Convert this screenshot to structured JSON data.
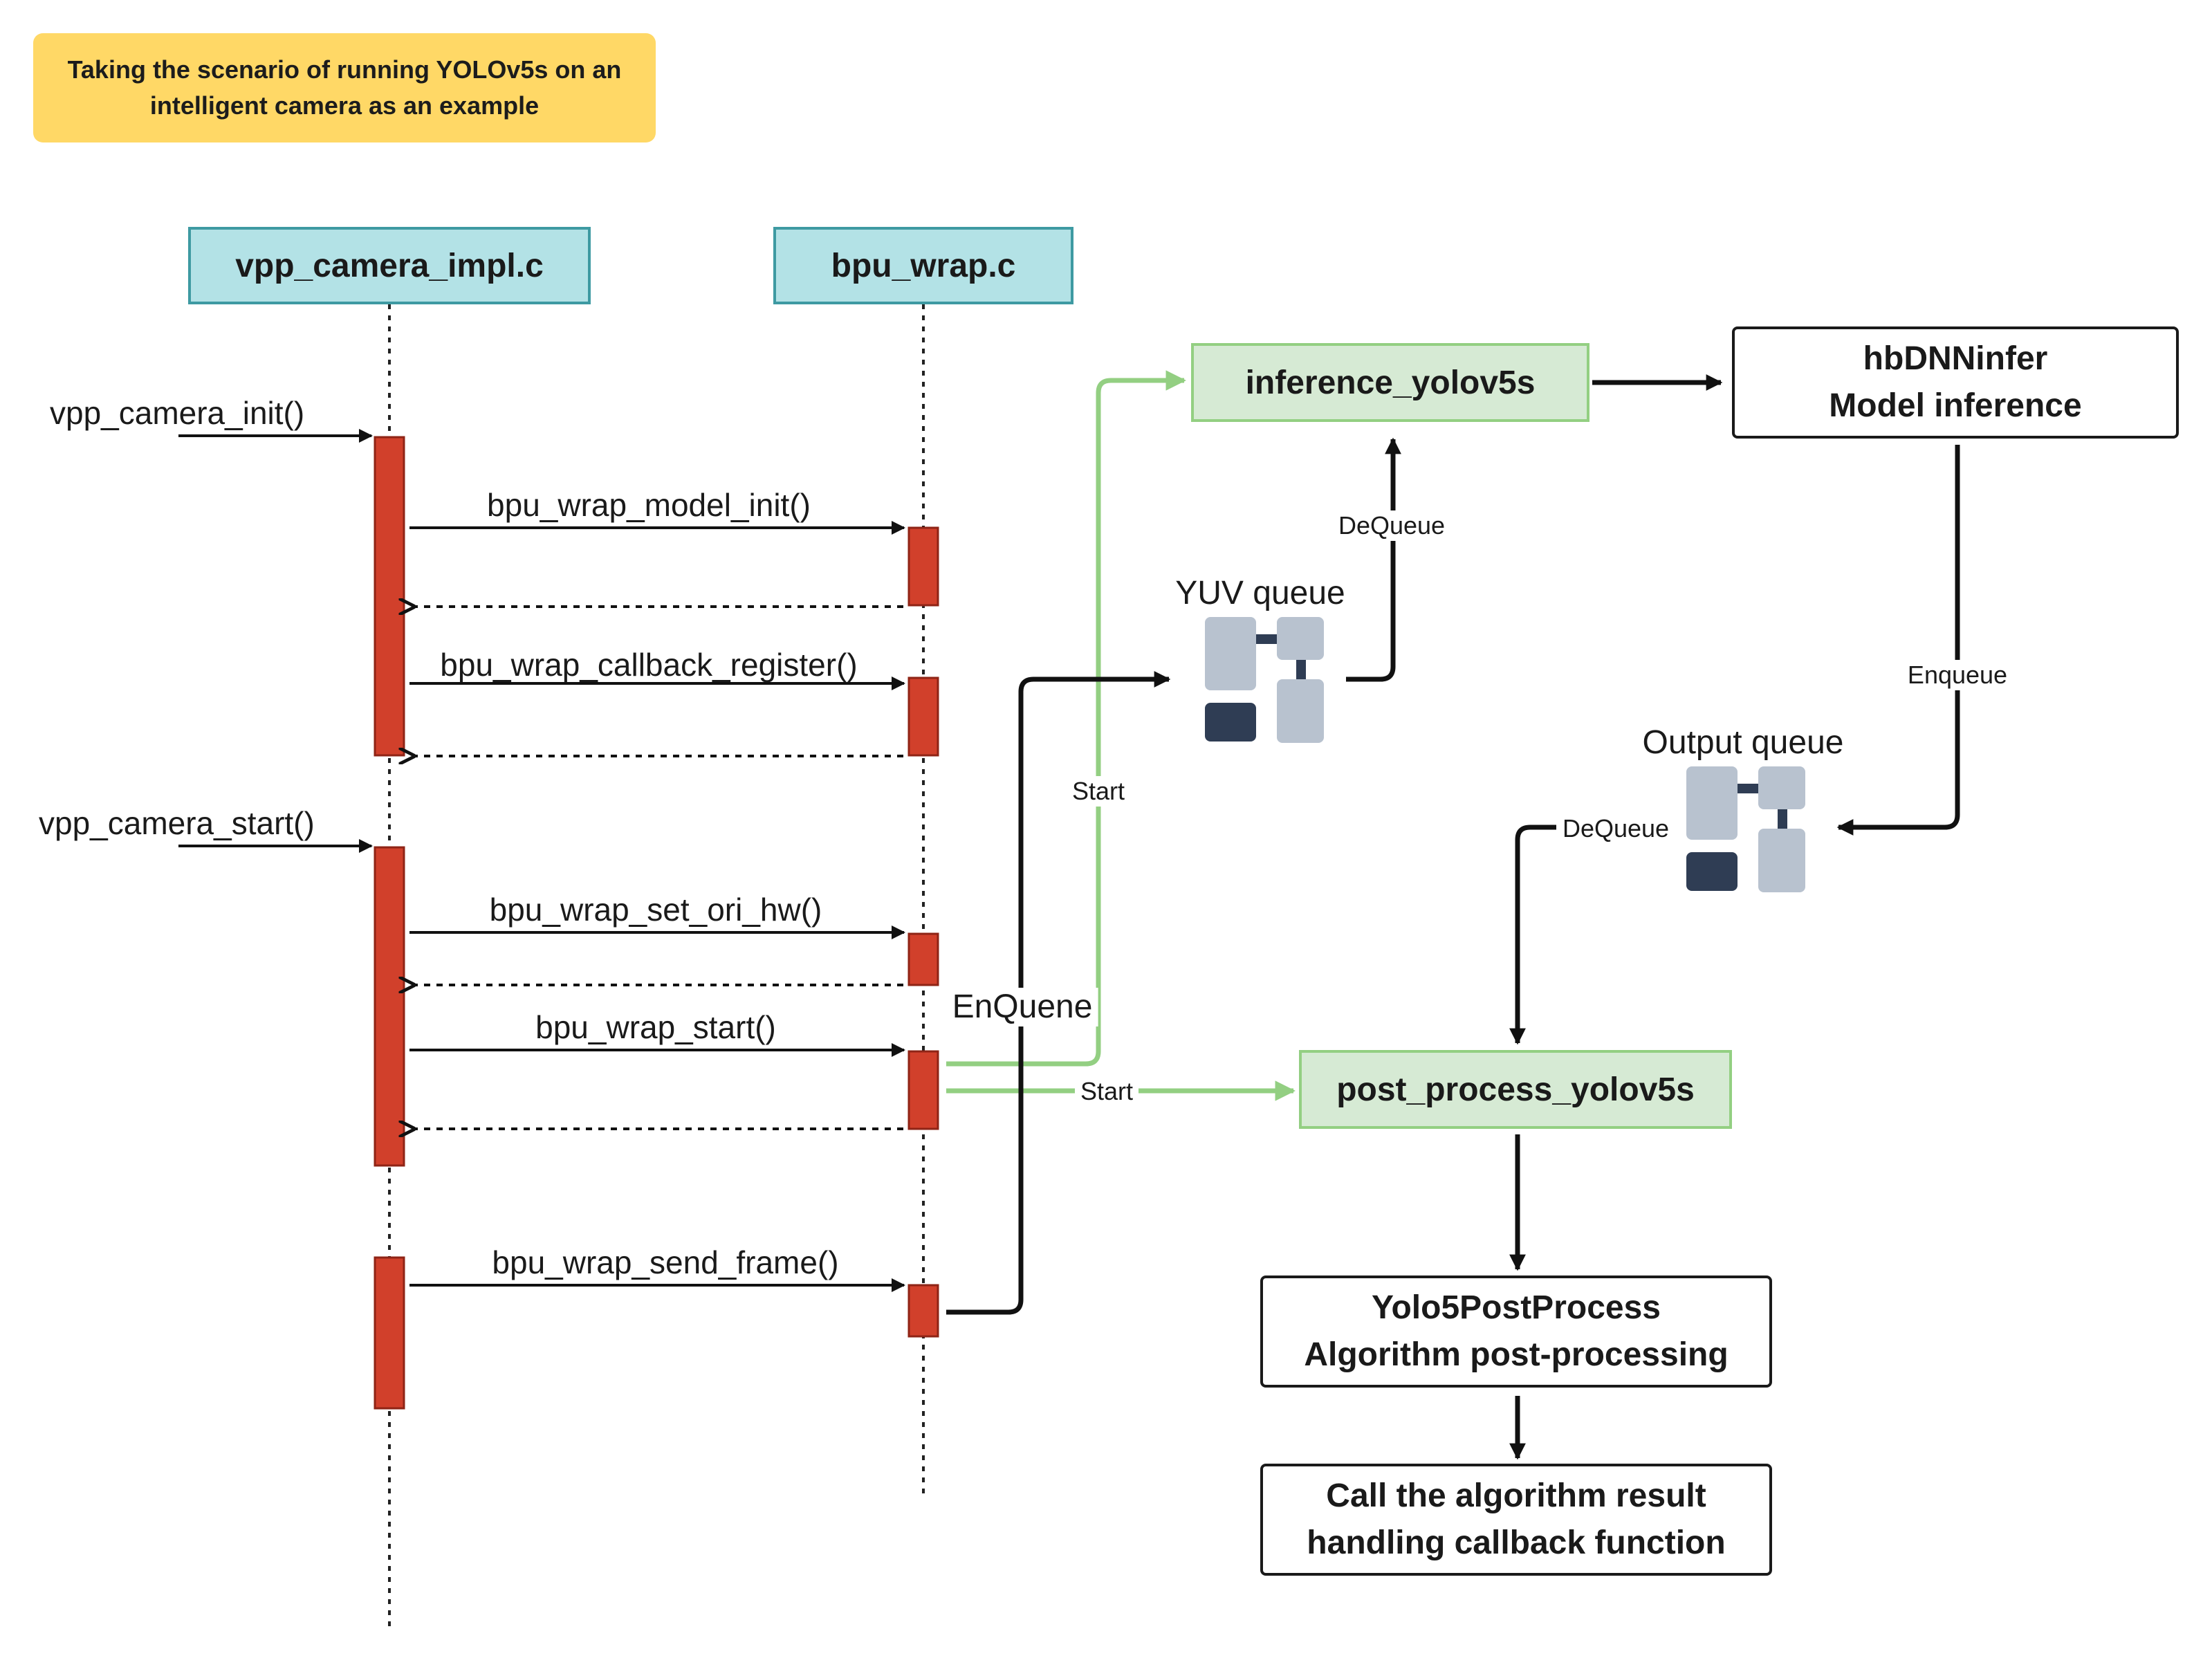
{
  "note": {
    "line1": "Taking the scenario of running YOLOv5s on an",
    "line2": "intelligent camera as an example"
  },
  "lanes": {
    "camera": "vpp_camera_impl.c",
    "bpu": "bpu_wrap.c"
  },
  "calls": {
    "camera_init": "vpp_camera_init()",
    "model_init": "bpu_wrap_model_init()",
    "callback_register": "bpu_wrap_callback_register()",
    "camera_start": "vpp_camera_start()",
    "set_ori_hw": "bpu_wrap_set_ori_hw()",
    "wrap_start": "bpu_wrap_start()",
    "send_frame": "bpu_wrap_send_frame()"
  },
  "flow": {
    "inference": "inference_yolov5s",
    "hbdnn_line1": "hbDNNinfer",
    "hbdnn_line2": "Model inference",
    "yuv_queue": "YUV queue",
    "output_queue": "Output queue",
    "post_process": "post_process_yolov5s",
    "yolo_line1": "Yolo5PostProcess",
    "yolo_line2": "Algorithm post-processing",
    "callback_line1": "Call the algorithm result",
    "callback_line2": "handling callback function"
  },
  "edge_labels": {
    "dequeue_yuv": "DeQueue",
    "enqueue_output": "Enqueue",
    "dequeue_output": "DeQueue",
    "start_inference": "Start",
    "start_post": "Start",
    "enquene": "EnQuene"
  },
  "colors": {
    "activation_fill": "#d1402b",
    "activation_stroke": "#8f2416",
    "lane_fill": "#b3e2e6",
    "note_fill": "#ffd866",
    "green_fill": "#d6ead4",
    "green_stroke": "#93cf82",
    "queue_light": "#b8c2cf",
    "queue_dark": "#2f3d54"
  },
  "icons": [
    "queue-icon"
  ]
}
